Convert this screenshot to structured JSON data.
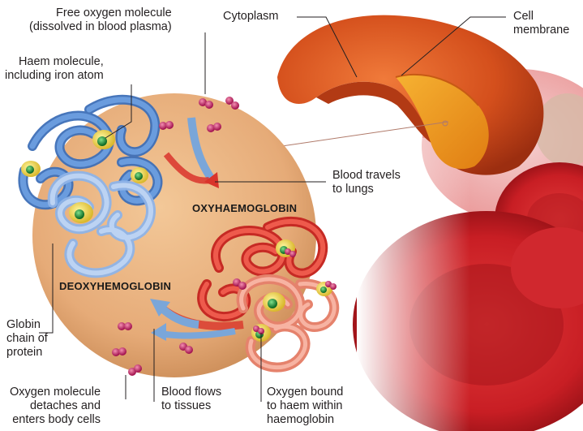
{
  "labels": {
    "free_oxygen": [
      "Free oxygen molecule",
      "(dissolved in blood plasma)"
    ],
    "cytoplasm": "Cytoplasm",
    "cell_membrane": [
      "Cell",
      "membrane"
    ],
    "haem": [
      "Haem molecule,",
      "including iron atom"
    ],
    "blood_lungs": [
      "Blood travels",
      "to lungs"
    ],
    "oxyhaemoglobin": "OXYHAEMOGLOBIN",
    "deoxyhemoglobin": "DEOXYHEMOGLOBIN",
    "globin": [
      "Globin",
      "chain of",
      "protein"
    ],
    "oxygen_detaches": [
      "Oxygen molecule",
      "detaches and",
      "enters body cells"
    ],
    "blood_tissues": [
      "Blood flows",
      "to tissues"
    ],
    "oxygen_bound": [
      "Oxygen bound",
      "to haem within",
      "haemoglobin"
    ]
  },
  "colors": {
    "disc": "#e8b07e",
    "deoxy_blue": "#5b8fd0",
    "oxy_red": "#e0453a",
    "oxygen_pink": "#c2185b",
    "arrow_blue": "#7aa6d9",
    "arrow_red": "#d9342b",
    "leader_line": "#231f20"
  }
}
